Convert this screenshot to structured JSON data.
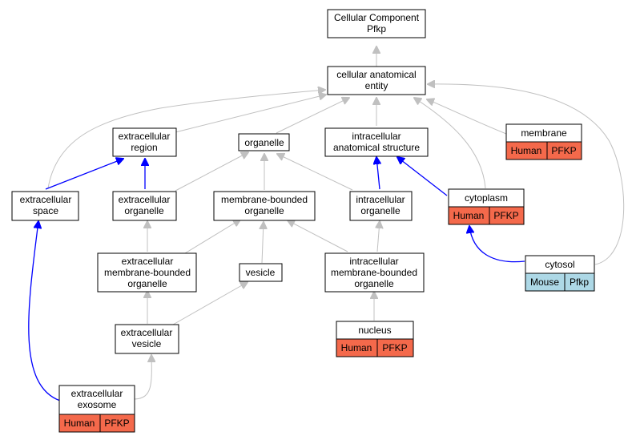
{
  "colors": {
    "human_tag": "#f4694b",
    "mouse_tag": "#add8e6",
    "is_a_edge": "#c0c0c0",
    "part_of_edge": "#0000ff"
  },
  "nodes": {
    "root": [
      "Cellular Component",
      "Pfkp"
    ],
    "cae": [
      "cellular anatomical",
      "entity"
    ],
    "ecr": [
      "extracellular",
      "region"
    ],
    "org": [
      "organelle"
    ],
    "ias": [
      "intracellular",
      "anatomical structure"
    ],
    "mem": [
      "membrane"
    ],
    "ecs": [
      "extracellular",
      "space"
    ],
    "eco": [
      "extracellular",
      "organelle"
    ],
    "mbo": [
      "membrane-bounded",
      "organelle"
    ],
    "ico": [
      "intracellular",
      "organelle"
    ],
    "cyp": [
      "cytoplasm"
    ],
    "ecmbo": [
      "extracellular",
      "membrane-bounded",
      "organelle"
    ],
    "ves": [
      "vesicle"
    ],
    "icmbo": [
      "intracellular",
      "membrane-bounded",
      "organelle"
    ],
    "cyt": [
      "cytosol"
    ],
    "ecv": [
      "extracellular",
      "vesicle"
    ],
    "nuc": [
      "nucleus"
    ],
    "exo": [
      "extracellular",
      "exosome"
    ]
  },
  "tags": {
    "mem": [
      "Human",
      "PFKP"
    ],
    "cyp": [
      "Human",
      "PFKP"
    ],
    "cyt": [
      "Mouse",
      "Pfkp"
    ],
    "nuc": [
      "Human",
      "PFKP"
    ],
    "exo": [
      "Human",
      "PFKP"
    ]
  }
}
